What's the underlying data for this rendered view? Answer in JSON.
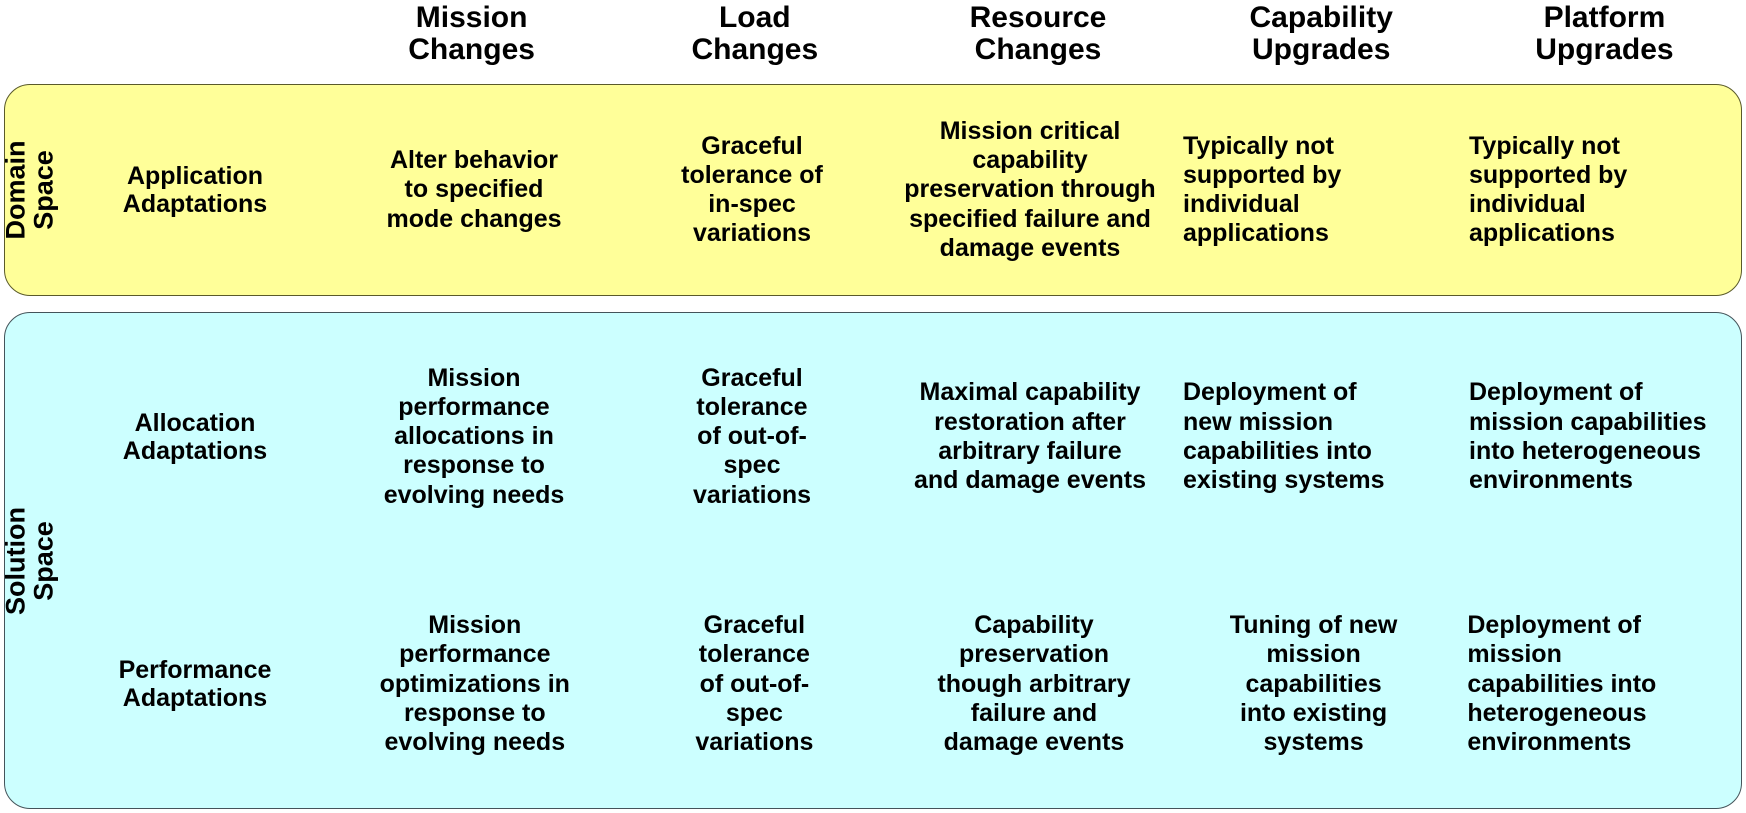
{
  "columns": [
    {
      "id": "mission-changes",
      "label": "Mission\nChanges"
    },
    {
      "id": "load-changes",
      "label": "Load\nChanges"
    },
    {
      "id": "resource-changes",
      "label": "Resource\nChanges"
    },
    {
      "id": "capability-upgrades",
      "label": "Capability\nUpgrades"
    },
    {
      "id": "platform-upgrades",
      "label": "Platform\nUpgrades"
    }
  ],
  "bands": {
    "domain": {
      "label": "Domain\nSpace",
      "color": "#ffff99",
      "rows": [
        {
          "id": "application-adaptations",
          "label": "Application\nAdaptations",
          "cells": [
            "Alter behavior\nto specified\nmode changes",
            "Graceful\ntolerance of\nin-spec\nvariations",
            "Mission critical\ncapability\npreservation through\nspecified failure and\ndamage events",
            "Typically not\nsupported by\nindividual\napplications",
            "Typically not\nsupported by\nindividual\napplications"
          ]
        }
      ]
    },
    "solution": {
      "label": "Solution Space",
      "color": "#ccffff",
      "rows": [
        {
          "id": "allocation-adaptations",
          "label": "Allocation\nAdaptations",
          "cells": [
            "Mission\nperformance\nallocations in\nresponse to\nevolving needs",
            "Graceful\ntolerance\nof out-of-\nspec\nvariations",
            "Maximal capability\nrestoration after\narbitrary failure\nand damage events",
            "Deployment of\nnew mission\ncapabilities into\nexisting systems",
            "Deployment of\nmission capabilities\ninto heterogeneous\nenvironments"
          ]
        },
        {
          "id": "performance-adaptations",
          "label": "Performance\nAdaptations",
          "cells": [
            "Mission\nperformance\noptimizations in\nresponse to\nevolving needs",
            "Graceful\ntolerance\nof out-of-\nspec\nvariations",
            "Capability\npreservation\nthough arbitrary\nfailure and\ndamage events",
            "Tuning of new\nmission\ncapabilities\ninto existing\nsystems",
            "Deployment of\nmission\ncapabilities into\nheterogeneous\nenvironments"
          ]
        }
      ]
    }
  }
}
